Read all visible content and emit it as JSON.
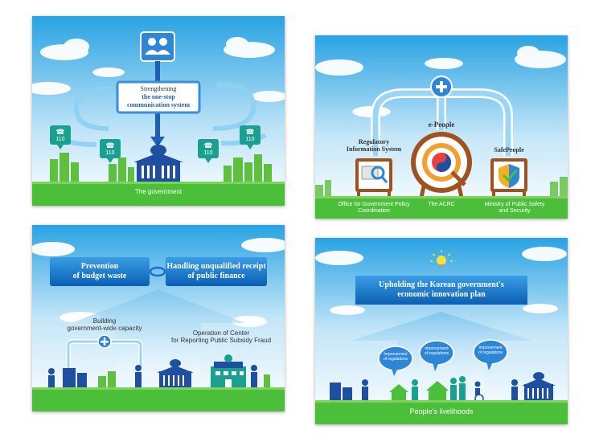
{
  "panel1": {
    "box_line1": "Strengthening",
    "box_line2": "the one-stop",
    "box_line3": "communication system",
    "phone_label": "110",
    "bottom_label": "The government"
  },
  "panel2": {
    "center_title": "e-People",
    "left_title_1": "Regulatory",
    "left_title_2": "Information System",
    "right_title": "SafePeople",
    "caption_left_1": "Office for Government Policy",
    "caption_left_2": "Coordination",
    "caption_center": "The ACRC",
    "caption_right_1": "Ministry of Public Safety",
    "caption_right_2": "and Security"
  },
  "panel3": {
    "box_left_1": "Prevention",
    "box_left_2": "of budget waste",
    "box_right_1": "Handling unqualified receipt",
    "box_right_2": "of public finance",
    "label_left_1": "Building",
    "label_left_2": "government-wide capacity",
    "label_right_1": "Operation of Center",
    "label_right_2": "for Reporting Public Subsidy Fraud"
  },
  "panel4": {
    "banner_1": "Upholding the Korean government's",
    "banner_2": "economic innovation plan",
    "bubble_1": "Improvement",
    "bubble_2": "of regulations",
    "bottom_label": "People's livelihoods"
  },
  "colors": {
    "sky_top": "#29a3e3",
    "grass": "#4cbf3a",
    "navy": "#1f4fa0",
    "teal": "#1aa090",
    "brown": "#a0521e"
  }
}
